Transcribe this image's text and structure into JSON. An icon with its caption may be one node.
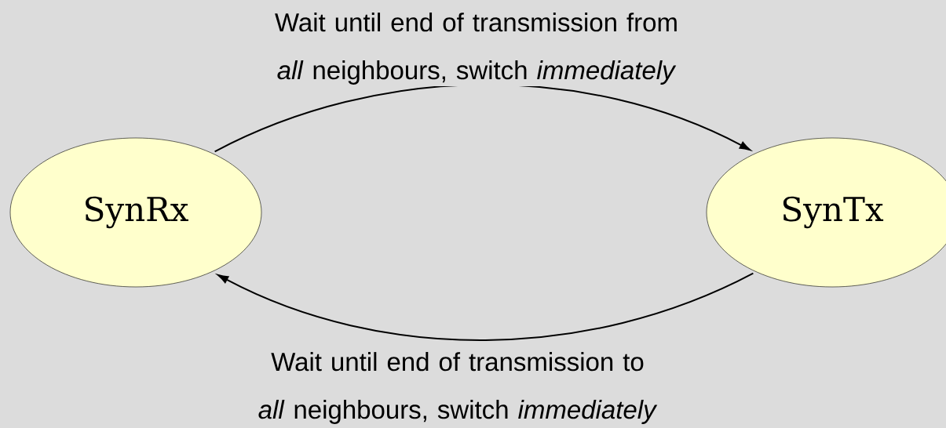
{
  "diagram": {
    "nodes": [
      {
        "text": [
          "SynRx"
        ]
      },
      {
        "text": [
          "SynTx"
        ]
      }
    ],
    "edges": [
      {
        "from": 0,
        "to": 1,
        "arrow": "to",
        "label": "Wait until end of transmission from *all* neighbours, switch *immediately*"
      },
      {
        "from": 1,
        "to": 0,
        "arrow": "to",
        "label": "Wait until end of transmission to *all* neighbours, switch *immediately*"
      }
    ]
  }
}
